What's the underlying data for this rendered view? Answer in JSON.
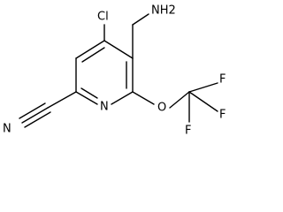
{
  "molecule": {
    "substituents": {
      "aminomethyl_group": "NH2",
      "chloro": "Cl",
      "ring_nitrogen": "N",
      "nitrile_nitrogen": "N",
      "ether_oxygen": "O",
      "fluorine_1": "F",
      "fluorine_2": "F",
      "fluorine_3": "F"
    }
  }
}
